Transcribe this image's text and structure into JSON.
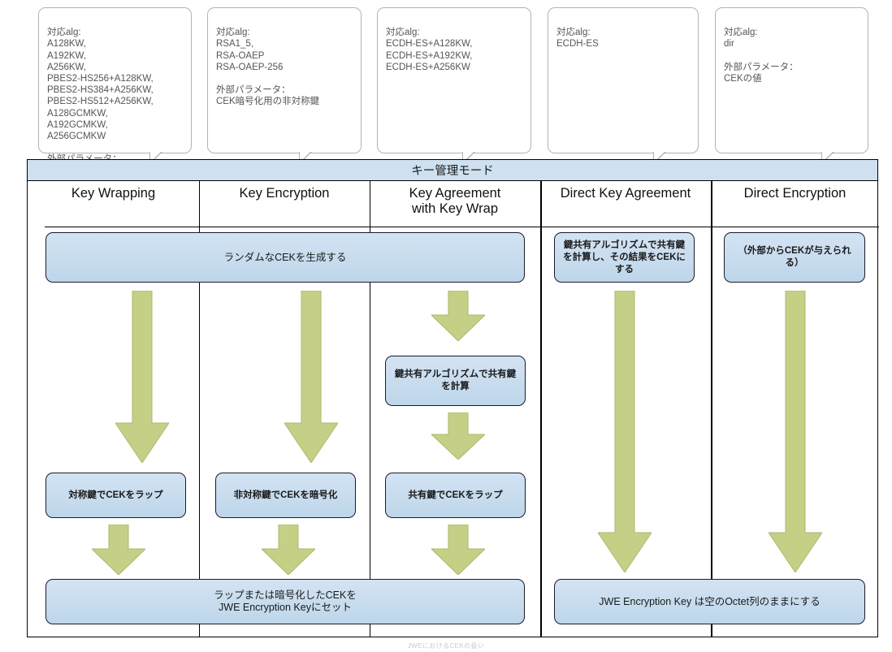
{
  "diagram": {
    "title": "キー管理モード",
    "bottom_caption": "JWEにおけるCEKの扱い",
    "colors": {
      "box_fill": "#c8dcef",
      "box_border": "#1a1a2e",
      "arrow_fill": "#c6cf86",
      "arrow_border": "#a8b267",
      "header_fill": "#cfe0f0",
      "frame_border": "#000000",
      "callout_border": "#b3b3b3",
      "callout_text": "#555555"
    }
  },
  "callouts": [
    {
      "name": "key-wrapping",
      "text": "対応alg:\nA128KW,\nA192KW,\nA256KW,\nPBES2-HS256+A128KW,\nPBES2-HS384+A256KW,\nPBES2-HS512+A256KW,\nA128GCMKW,\nA192GCMKW,\nA256GCMKW\n\n外部パラメータ：\nCEKラップ用の対称鍵"
    },
    {
      "name": "key-encryption",
      "text": "対応alg:\nRSA1_5,\nRSA-OAEP\nRSA-OAEP-256\n\n外部パラメータ：\nCEK暗号化用の非対称鍵"
    },
    {
      "name": "key-agreement-with-key-wrap",
      "text": "対応alg:\nECDH-ES+A128KW,\nECDH-ES+A192KW,\nECDH-ES+A256KW"
    },
    {
      "name": "direct-key-agreement",
      "text": "対応alg:\nECDH-ES"
    },
    {
      "name": "direct-encryption",
      "text": "対応alg:\ndir\n\n外部パラメータ：\nCEKの値"
    }
  ],
  "columns": [
    {
      "name": "key-wrapping",
      "title": "Key Wrapping"
    },
    {
      "name": "key-encryption",
      "title": "Key Encryption"
    },
    {
      "name": "key-agreement-with-key-wrap",
      "title": "Key Agreement\nwith Key Wrap"
    },
    {
      "name": "direct-key-agreement",
      "title": "Direct Key Agreement"
    },
    {
      "name": "direct-encryption",
      "title": "Direct Encryption"
    }
  ],
  "boxes": {
    "generate_cek": "ランダムなCEKを生成する",
    "compute_shared_key": "鍵共有アルゴリズムで共有鍵\nを計算",
    "compute_shared_key_as_cek": "鍵共有アルゴリズムで共有鍵\nを計算し、その結果をCEKに\nする",
    "cek_given_externally": "（外部からCEKが与えられ\nる）",
    "wrap_with_symmetric": "対称鍵でCEKをラップ",
    "encrypt_with_asymmetric": "非対称鍵でCEKを暗号化",
    "wrap_with_shared": "共有鍵でCEKをラップ",
    "set_jwe_encryption_key": "ラップまたは暗号化したCEKを\nJWE Encryption Keyにセット",
    "empty_jwe_encryption_key": "JWE Encryption Key は空のOctet列のままにする"
  }
}
